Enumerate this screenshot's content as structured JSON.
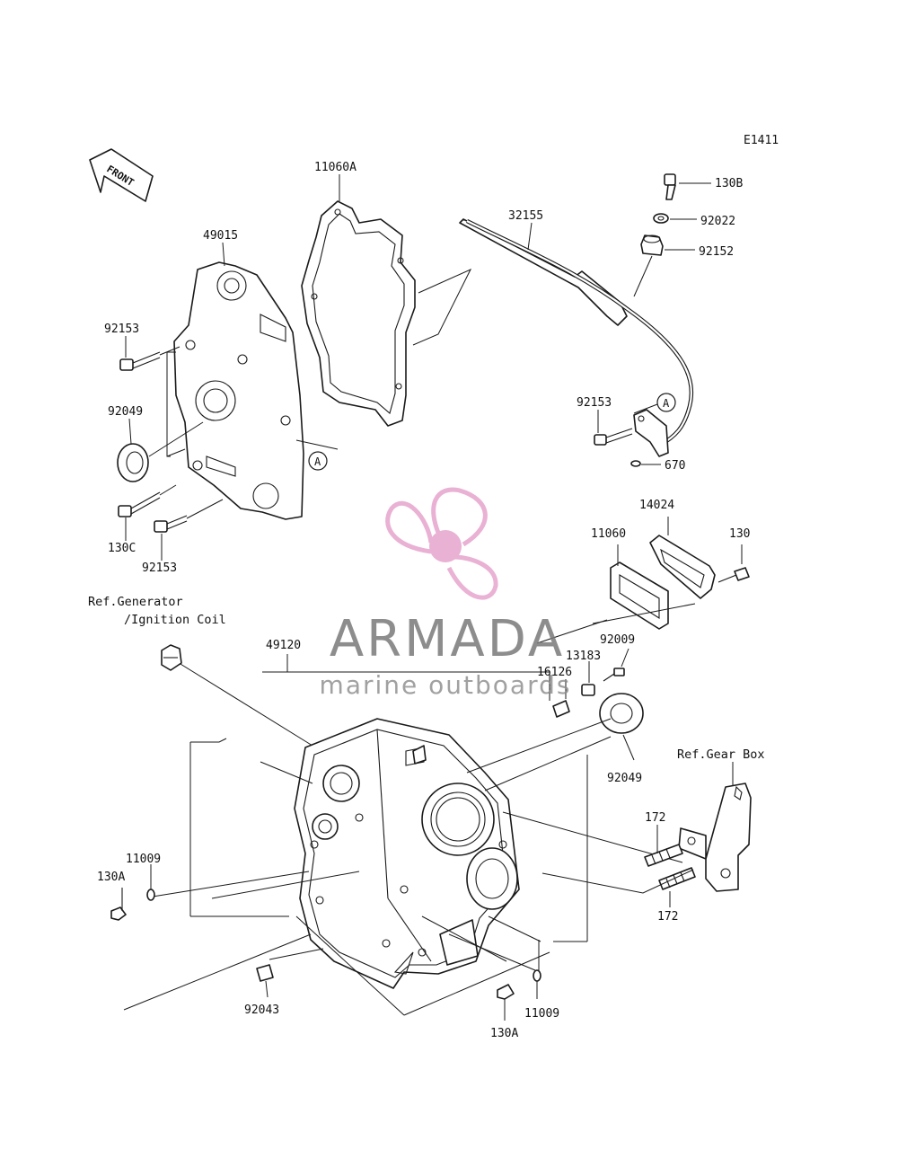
{
  "diagram_code": "E1411",
  "front_label": "FRONT",
  "circle_ref": "A",
  "refs": {
    "generator": "Ref.Generator",
    "ignition": "/Ignition Coil",
    "gear_box": "Ref.Gear Box"
  },
  "watermark": {
    "brand": "ARMADA",
    "tagline": "marine outboards",
    "color": "#e6a4cc"
  },
  "parts": {
    "p11060A": "11060A",
    "p49015": "49015",
    "p92153_a": "92153",
    "p92049_a": "92049",
    "p130C": "130C",
    "p92153_b": "92153",
    "p32155": "32155",
    "p130B": "130B",
    "p92022": "92022",
    "p92152": "92152",
    "p92153_c": "92153",
    "p670": "670",
    "p14024": "14024",
    "p11060": "11060",
    "p130": "130",
    "p49120": "49120",
    "p92009": "92009",
    "p13183": "13183",
    "p16126": "16126",
    "p92049_b": "92049",
    "p172_a": "172",
    "p172_b": "172",
    "p11009_a": "11009",
    "p130A_a": "130A",
    "p92043": "92043",
    "p11009_b": "11009",
    "p130A_b": "130A"
  }
}
